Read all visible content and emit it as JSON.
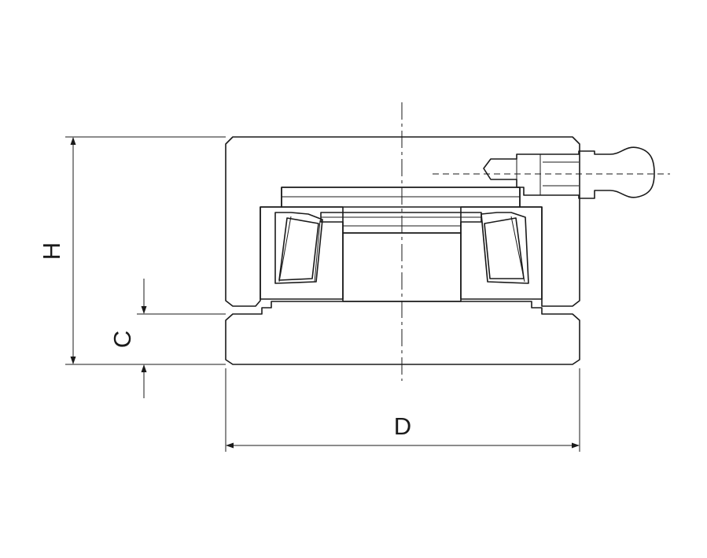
{
  "labels": {
    "height": "H",
    "clearance": "C",
    "diameter": "D"
  },
  "colors": {
    "line": "#1a1a1a",
    "background": "#ffffff"
  }
}
